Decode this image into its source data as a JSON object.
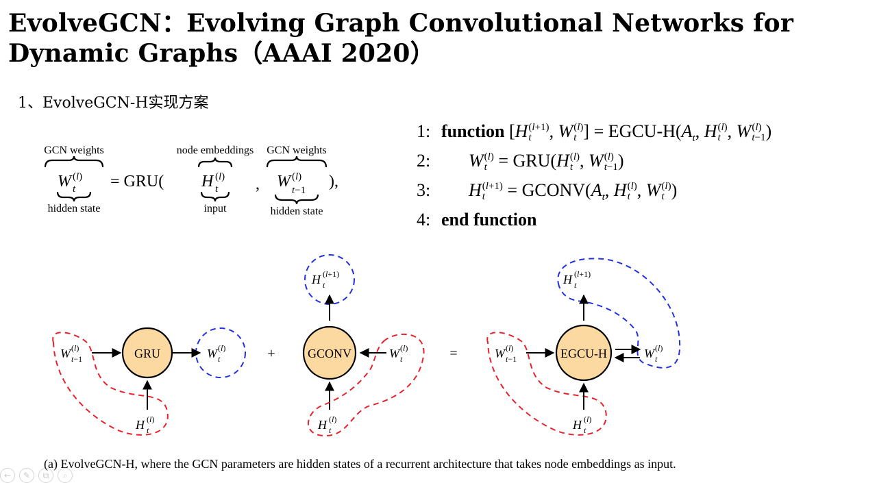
{
  "title": "EvolveGCN：Evolving Graph Convolutional Networks for Dynamic Graphs（AAAI 2020）",
  "section": "1、EvolveGCN-H实现方案",
  "equation": {
    "label_gcn_weights_1": "GCN weights",
    "label_node_embeddings": "node embeddings",
    "label_gcn_weights_2": "GCN weights",
    "label_hidden_state_1": "hidden state",
    "label_input": "input",
    "label_hidden_state_2": "hidden state",
    "gru": "= GRU(",
    "comma": ",",
    "close": "),"
  },
  "algorithm": {
    "lines": [
      {
        "num": "1:",
        "keyword": "function",
        "rest": "EGCU-H"
      },
      {
        "num": "2:",
        "rest": "GRU"
      },
      {
        "num": "3:",
        "rest": "GCONV"
      },
      {
        "num": "4:",
        "keyword": "end function"
      }
    ]
  },
  "diagram": {
    "gru": "GRU",
    "plus": "+",
    "gconv": "GCONV",
    "equals": "=",
    "egcu": "EGCU-H",
    "node_fill": "#fcd9a0",
    "red_dash": "#e8222d",
    "blue_dash": "#2230e0"
  },
  "caption": "(a) EvolveGCN-H, where the GCN parameters are hidden states of a recurrent architecture that takes node embeddings as input.",
  "toolbar": {
    "icons": [
      "arrow-left-icon",
      "pen-icon",
      "copy-icon",
      "search-icon"
    ]
  }
}
